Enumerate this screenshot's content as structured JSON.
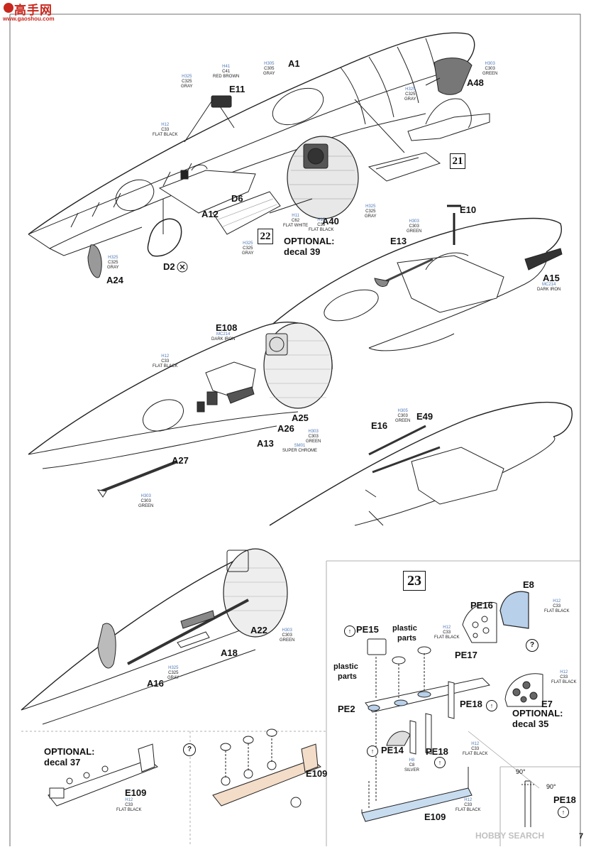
{
  "logo": {
    "text": "高手网",
    "url": "www.gaoshou.com"
  },
  "watermark": "HOBBY SEARCH",
  "page_number": "7",
  "steps": [
    "21",
    "22",
    "23"
  ],
  "parts": {
    "A1": "A1",
    "A12": "A12",
    "A13": "A13",
    "A15": "A15",
    "A16": "A16",
    "A18": "A18",
    "A22": "A22",
    "A24": "A24",
    "A25": "A25",
    "A26": "A26",
    "A27": "A27",
    "A40": "A40",
    "A48": "A48",
    "D2": "D2",
    "D6": "D6",
    "E7": "E7",
    "E8": "E8",
    "E10": "E10",
    "E11": "E11",
    "E13": "E13",
    "E16": "E16",
    "E49": "E49",
    "E108": "E108",
    "E109a": "E109",
    "E109b": "E109",
    "E109c": "E109",
    "PE2": "PE2",
    "PE14": "PE14",
    "PE15": "PE15",
    "PE16": "PE16",
    "PE17": "PE17",
    "PE18a": "PE18",
    "PE18b": "PE18",
    "PE18c": "PE18"
  },
  "notes": {
    "optional39a": "OPTIONAL:",
    "optional39b": "decal 39",
    "optional35a": "OPTIONAL:",
    "optional35b": "decal 35",
    "optional37a": "OPTIONAL:",
    "optional37b": "decal 37",
    "plastic1a": "plastic",
    "plastic1b": "parts",
    "plastic2a": "plastic",
    "plastic2b": "parts",
    "deg1": "90°",
    "deg2": "90°",
    "q": "?"
  },
  "colors": {
    "c1": {
      "h": "H41",
      "c": "C41",
      "n": "RED BROWN"
    },
    "c2": {
      "h": "H305",
      "c": "C305",
      "n": "GRAY"
    },
    "c3": {
      "h": "H325",
      "c": "C325",
      "n": "GRAY"
    },
    "c4": {
      "h": "H12",
      "c": "C33",
      "n": "FLAT BLACK"
    },
    "c5": {
      "h": "H303",
      "c": "C303",
      "n": "GREEN"
    },
    "c6": {
      "h": "H325",
      "c": "C325",
      "n": "GRAY"
    },
    "c7": {
      "h": "H325",
      "c": "C325",
      "n": "GRAY"
    },
    "c8": {
      "h": "H11",
      "c": "C62",
      "n": "FLAT WHITE"
    },
    "c9": {
      "h": "H12",
      "c": "C33",
      "n": "FLAT BLACK"
    },
    "c10": {
      "h": "H325",
      "c": "C325",
      "n": "GRAY"
    },
    "c11": {
      "h": "H325",
      "c": "C325",
      "n": "GRAY"
    },
    "c12": {
      "h": "H303",
      "c": "C303",
      "n": "GREEN"
    },
    "c13": {
      "h": "MC214",
      "c": "",
      "n": "DARK IRON"
    },
    "c14": {
      "h": "MC214",
      "c": "",
      "n": "DARK IRON"
    },
    "c15": {
      "h": "H12",
      "c": "C33",
      "n": "FLAT BLACK"
    },
    "c16": {
      "h": "H303",
      "c": "C303",
      "n": "GREEN"
    },
    "c17": {
      "h": "SM01",
      "c": "",
      "n": "SUPER CHROME"
    },
    "c18": {
      "h": "H303",
      "c": "C303",
      "n": "GREEN"
    },
    "c19": {
      "h": "H305",
      "c": "C303",
      "n": "GREEN"
    },
    "c20": {
      "h": "H303",
      "c": "C303",
      "n": "GREEN"
    },
    "c21": {
      "h": "H325",
      "c": "C325",
      "n": "GRAY"
    },
    "c22": {
      "h": "H12",
      "c": "C33",
      "n": "FLAT BLACK"
    },
    "c23": {
      "h": "H12",
      "c": "C33",
      "n": "FLAT BLACK"
    },
    "c24": {
      "h": "H12",
      "c": "C33",
      "n": "FLAT BLACK"
    },
    "c25": {
      "h": "H12",
      "c": "C33",
      "n": "FLAT BLACK"
    },
    "c26": {
      "h": "H8",
      "c": "C8",
      "n": "SILVER"
    },
    "c27": {
      "h": "H12",
      "c": "C33",
      "n": "FLAT BLACK"
    },
    "c28": {
      "h": "H12",
      "c": "C33",
      "n": "FLAT BLACK"
    }
  }
}
